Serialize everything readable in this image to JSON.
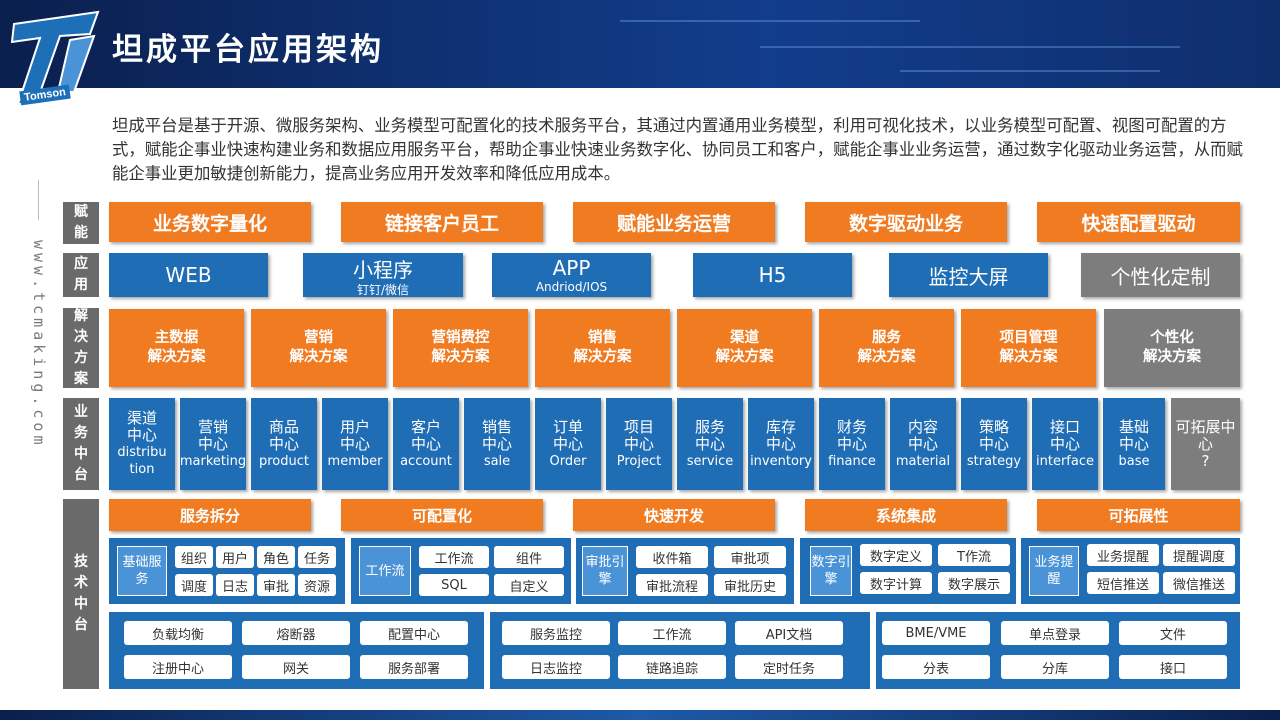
{
  "header": {
    "title": "坦成平台应用架构",
    "logo_text": "Tomson"
  },
  "side_url": "www.tcmaking.com",
  "intro": "坦成平台是基于开源、微服务架构、业务模型可配置化的技术服务平台，其通过内置通用业务模型，利用可视化技术，以业务模型可配置、视图可配置的方式，赋能企事业快速构建业务和数据应用服务平台，帮助企事业快速业务数字化、协同员工和客户，赋能企事业业务运营，通过数字化驱动业务运营，从而赋能企事业更加敏捷创新能力，提高业务应用开发效率和降低应用成本。",
  "rows": {
    "empower": {
      "label": "赋能",
      "items": [
        "业务数字量化",
        "链接客户员工",
        "赋能业务运营",
        "数字驱动业务",
        "快速配置驱动"
      ]
    },
    "apps": {
      "label": "应用",
      "items": [
        {
          "name": "WEB",
          "sub": ""
        },
        {
          "name": "小程序",
          "sub": "钉钉/微信"
        },
        {
          "name": "APP",
          "sub": "Andriod/IOS"
        },
        {
          "name": "H5",
          "sub": ""
        },
        {
          "name": "监控大屏",
          "sub": ""
        },
        {
          "name": "个性化定制",
          "sub": ""
        }
      ]
    },
    "solutions": {
      "label": "解决方案",
      "items": [
        {
          "l1": "主数据",
          "l2": "解决方案"
        },
        {
          "l1": "营销",
          "l2": "解决方案"
        },
        {
          "l1": "营销费控",
          "l2": "解决方案"
        },
        {
          "l1": "销售",
          "l2": "解决方案"
        },
        {
          "l1": "渠道",
          "l2": "解决方案"
        },
        {
          "l1": "服务",
          "l2": "解决方案"
        },
        {
          "l1": "项目管理",
          "l2": "解决方案"
        },
        {
          "l1": "个性化",
          "l2": "解决方案"
        }
      ]
    },
    "business": {
      "label": "业务中台",
      "items": [
        {
          "l1": "渠道",
          "l2": "中心",
          "l3": "distribu",
          "l4": "tion"
        },
        {
          "l1": "营销",
          "l2": "中心",
          "l3": "marketing",
          "l4": ""
        },
        {
          "l1": "商品",
          "l2": "中心",
          "l3": "product",
          "l4": ""
        },
        {
          "l1": "用户",
          "l2": "中心",
          "l3": "member",
          "l4": ""
        },
        {
          "l1": "客户",
          "l2": "中心",
          "l3": "account",
          "l4": ""
        },
        {
          "l1": "销售",
          "l2": "中心",
          "l3": "sale",
          "l4": ""
        },
        {
          "l1": "订单",
          "l2": "中心",
          "l3": "Order",
          "l4": ""
        },
        {
          "l1": "项目",
          "l2": "中心",
          "l3": "Project",
          "l4": ""
        },
        {
          "l1": "服务",
          "l2": "中心",
          "l3": "service",
          "l4": ""
        },
        {
          "l1": "库存",
          "l2": "中心",
          "l3": "inventory",
          "l4": ""
        },
        {
          "l1": "财务",
          "l2": "中心",
          "l3": "finance",
          "l4": ""
        },
        {
          "l1": "内容",
          "l2": "中心",
          "l3": "material",
          "l4": ""
        },
        {
          "l1": "策略",
          "l2": "中心",
          "l3": "strategy",
          "l4": ""
        },
        {
          "l1": "接口",
          "l2": "中心",
          "l3": "interface",
          "l4": ""
        },
        {
          "l1": "基础",
          "l2": "中心",
          "l3": "base",
          "l4": ""
        },
        {
          "l1": "可拓展中",
          "l2": "心",
          "l3": "?",
          "l4": ""
        }
      ]
    },
    "tech": {
      "label": "技术中台",
      "headers": [
        "服务拆分",
        "可配置化",
        "快速开发",
        "系统集成",
        "可拓展性"
      ],
      "panels": [
        {
          "title": "基础服务",
          "cells": [
            "组织",
            "用户",
            "角色",
            "任务",
            "调度",
            "日志",
            "审批",
            "资源"
          ]
        },
        {
          "title": "工作流",
          "cells": [
            "工作流",
            "组件",
            "SQL",
            "自定义"
          ]
        },
        {
          "title": "审批引擎",
          "cells": [
            "收件箱",
            "审批项",
            "审批流程",
            "审批历史"
          ]
        },
        {
          "title": "数字引擎",
          "cells": [
            "数字定义",
            "T作流",
            "数字计算",
            "数字展示"
          ]
        },
        {
          "title": "业务提醒",
          "cells": [
            "业务提醒",
            "提醒调度",
            "短信推送",
            "微信推送"
          ]
        }
      ],
      "infra": [
        [
          "负载均衡",
          "熔断器",
          "配置中心",
          "注册中心",
          "网关",
          "服务部署"
        ],
        [
          "服务监控",
          "工作流",
          "API文档",
          "日志监控",
          "链路追踪",
          "定时任务"
        ],
        [
          "BME/VME",
          "单点登录",
          "文件",
          "分表",
          "分库",
          "接口"
        ]
      ]
    }
  }
}
